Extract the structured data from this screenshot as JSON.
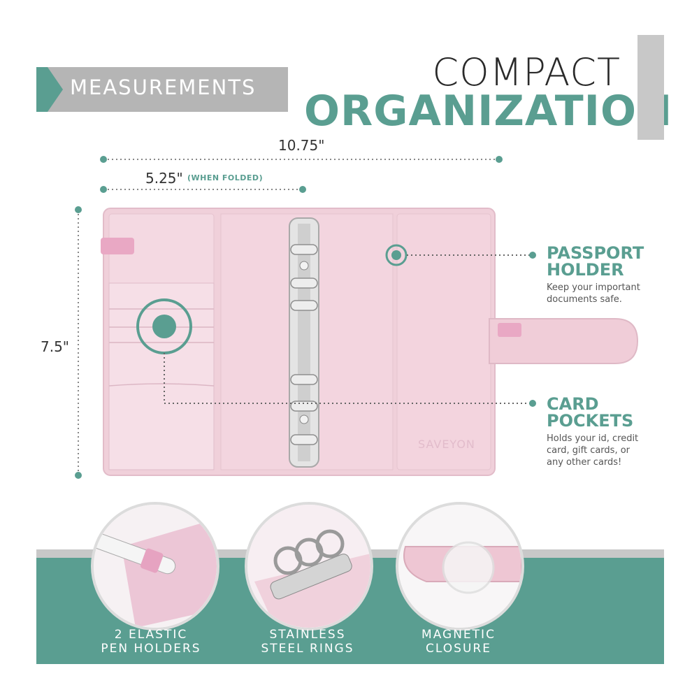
{
  "header": {
    "label": "MEASUREMENTS",
    "title_line1": "COMPACT",
    "title_line2": "ORGANIZATION"
  },
  "dimensions": {
    "width_open": "10.75\"",
    "width_folded": "5.25\"",
    "width_folded_note": "(WHEN FOLDED)",
    "height": "7.5\""
  },
  "features": [
    {
      "title_line1": "PASSPORT",
      "title_line2": "HOLDER",
      "desc_lines": [
        "Keep your important",
        "documents safe."
      ]
    },
    {
      "title_line1": "CARD",
      "title_line2": "POCKETS",
      "desc_lines": [
        "Holds your id, credit",
        "card, gift cards, or",
        "any other cards!"
      ]
    }
  ],
  "product": {
    "brand": "SAVEYON"
  },
  "bottom_items": [
    {
      "line1": "2 ELASTIC",
      "line2": "PEN HOLDERS"
    },
    {
      "line1": "STAINLESS",
      "line2": "STEEL RINGS"
    },
    {
      "line1": "MAGNETIC",
      "line2": "CLOSURE"
    }
  ],
  "colors": {
    "accent": "#5a9e91",
    "product_pink": "#f1d3dd",
    "band_gray": "#c8c8c8"
  }
}
